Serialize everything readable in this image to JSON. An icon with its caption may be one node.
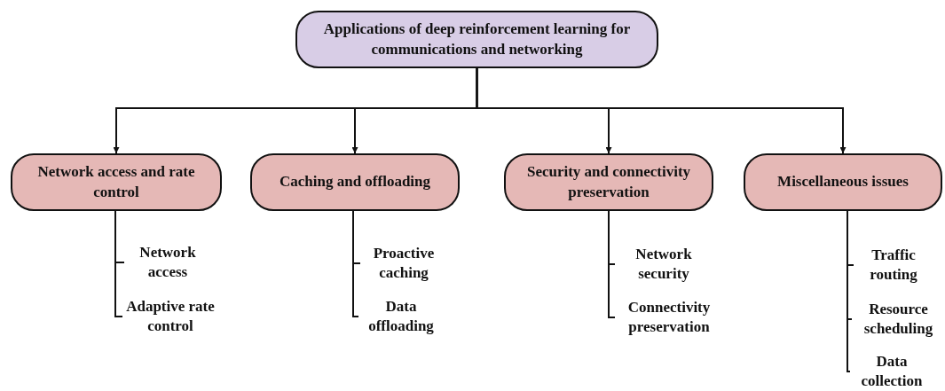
{
  "diagram": {
    "nodes": [
      {
        "text": [
          "Applications of deep reinforcement learning for communications and networking"
        ]
      },
      {
        "text": [
          "Network access and rate control"
        ]
      },
      {
        "text": [
          "Caching and offloading"
        ]
      },
      {
        "text": [
          "Security and connectivity preservation"
        ]
      },
      {
        "text": [
          "Miscellaneous issues"
        ]
      },
      {
        "text": [
          "Network access"
        ]
      },
      {
        "text": [
          "Adaptive rate control"
        ]
      },
      {
        "text": [
          "Proactive caching"
        ]
      },
      {
        "text": [
          "Data offloading"
        ]
      },
      {
        "text": [
          "Network security"
        ]
      },
      {
        "text": [
          "Connectivity preservation"
        ]
      },
      {
        "text": [
          "Traffic routing"
        ]
      },
      {
        "text": [
          "Resource scheduling"
        ]
      },
      {
        "text": [
          "Data collection"
        ]
      }
    ],
    "edges": [
      {
        "from": 0,
        "to": 1,
        "arrow": "to"
      },
      {
        "from": 0,
        "to": 2,
        "arrow": "to"
      },
      {
        "from": 0,
        "to": 3,
        "arrow": "to"
      },
      {
        "from": 0,
        "to": 4,
        "arrow": "to"
      },
      {
        "from": 1,
        "to": 5,
        "arrow": "none"
      },
      {
        "from": 1,
        "to": 6,
        "arrow": "none"
      },
      {
        "from": 2,
        "to": 7,
        "arrow": "none"
      },
      {
        "from": 2,
        "to": 8,
        "arrow": "none"
      },
      {
        "from": 3,
        "to": 9,
        "arrow": "none"
      },
      {
        "from": 3,
        "to": 10,
        "arrow": "none"
      },
      {
        "from": 4,
        "to": 11,
        "arrow": "none"
      },
      {
        "from": 4,
        "to": 12,
        "arrow": "none"
      },
      {
        "from": 4,
        "to": 13,
        "arrow": "none"
      }
    ]
  }
}
